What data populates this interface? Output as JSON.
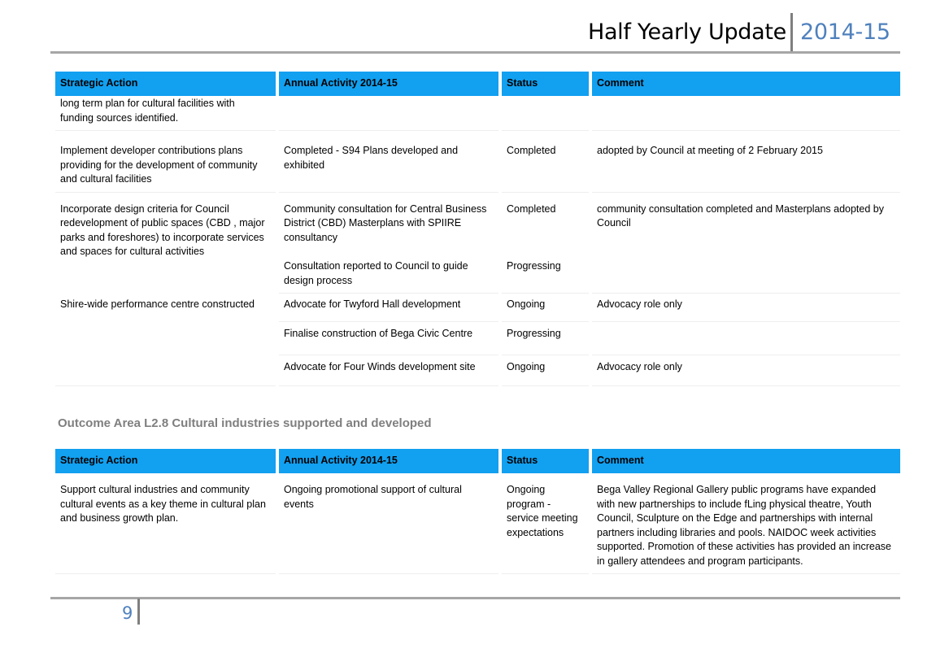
{
  "header": {
    "title": "Half Yearly Update",
    "year": "2014-15"
  },
  "columns": {
    "strategic_action": "Strategic Action",
    "annual_activity": "Annual Activity 2014-15",
    "status": "Status",
    "comment": "Comment"
  },
  "table1": {
    "r1": {
      "action": "long term plan for cultural facilities with funding sources  identified.",
      "activity": "",
      "status": "",
      "comment": ""
    },
    "r2": {
      "action": "Implement developer contributions plans providing for the development of community and cultural facilities",
      "activity": "Completed - S94 Plans developed and exhibited",
      "status": "Completed",
      "comment": "adopted by Council at meeting of 2 February 2015"
    },
    "r3": {
      "action": "Incorporate design criteria for Council redevelopment of public spaces (CBD , major parks and foreshores) to incorporate services and spaces for cultural activities",
      "activity": "Community consultation for Central Business District (CBD) Masterplans with SPIIRE consultancy",
      "status": "Completed",
      "comment": "community consultation completed and Masterplans adopted by Council"
    },
    "r4": {
      "activity": "Consultation reported to Council to guide design process",
      "status": "Progressing",
      "comment": ""
    },
    "r5": {
      "action": "Shire-wide performance centre constructed",
      "activity": "Advocate for Twyford Hall development",
      "status": "Ongoing",
      "comment": "Advocacy role only"
    },
    "r6": {
      "activity": "Finalise construction of Bega Civic Centre",
      "status": "Progressing",
      "comment": ""
    },
    "r7": {
      "activity": "Advocate for Four Winds development site",
      "status": "Ongoing",
      "comment": "Advocacy role only"
    }
  },
  "outcome_heading": "Outcome Area L2.8 Cultural industries supported and developed",
  "table2": {
    "r1": {
      "action": "Support cultural industries and community cultural events as a key theme in cultural plan and business growth plan.",
      "activity": "Ongoing promotional support of cultural events",
      "status": "Ongoing program - service meeting expectations",
      "comment": "Bega Valley Regional Gallery  public programs have expanded with new partnerships to include fLing physical theatre, Youth Council, Sculpture on the Edge and partnerships with internal partners including libraries and pools.  NAIDOC week activities supported.  Promotion of these activities has provided an increase in gallery attendees and program participants."
    }
  },
  "footer": {
    "page_number": "9"
  },
  "colors": {
    "header_fill": "#12a0f0",
    "accent_blue": "#4f81bd",
    "rule_gray": "#a6a6a6",
    "outcome_gray": "#7f7f7f"
  }
}
